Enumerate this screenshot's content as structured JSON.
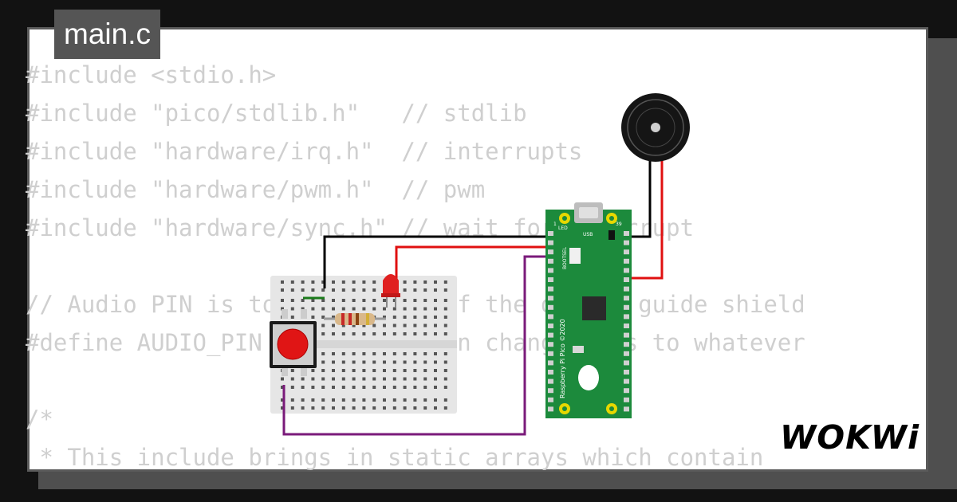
{
  "file_tab": "main.c",
  "code_lines": [
    "#include <stdio.h>",
    "#include \"pico/stdlib.h\"   // stdlib",
    "#include \"hardware/irq.h\"  // interrupts",
    "#include \"hardware/pwm.h\"  // pwm",
    "#include \"hardware/sync.h\" // wait for interrupt",
    "",
    "// Audio PIN is to match some of the design guide shield",
    "#define AUDIO_PIN 28  // you can change this to whatever",
    "",
    "/*",
    " * This include brings in static arrays which contain"
  ],
  "board": {
    "label_led": "LED",
    "label_usb": "USB",
    "label_bootsel": "BOOTSEL",
    "label_pin_left": "1",
    "label_pin_right": "39",
    "label_vertical": "Raspberry Pi Pico ©2020"
  },
  "logo": "WOKWi",
  "colors": {
    "background": "#121212",
    "card": "#ffffff",
    "tab": "#555555",
    "code_text": "#cfcfcf",
    "pcb": "#1c8a3c",
    "wire_red": "#e01010",
    "wire_black": "#000000",
    "wire_purple": "#7a1a7a",
    "led": "#e02020",
    "button": "#e01515"
  }
}
